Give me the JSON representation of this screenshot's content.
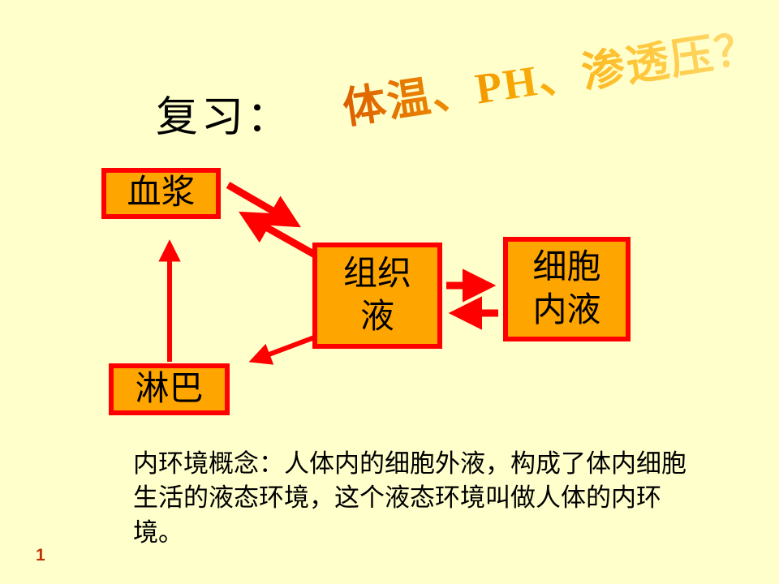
{
  "slide": {
    "title": "复习：",
    "decor_title": "体温、PH、渗透压？",
    "concept_text": "内环境概念：人体内的细胞外液，构成了体内细胞生活的液态环境，这个液态环境叫做人体的内环境。",
    "page_number": "1"
  },
  "diagram": {
    "nodes": [
      {
        "id": "plasma",
        "label": "血浆"
      },
      {
        "id": "tissue-fluid",
        "label": "组织\n液"
      },
      {
        "id": "intracellular-fluid",
        "label": "细胞\n内液"
      },
      {
        "id": "lymph",
        "label": "淋巴"
      }
    ],
    "edges": [
      {
        "from": "血浆",
        "to": "组织液"
      },
      {
        "from": "组织液",
        "to": "血浆"
      },
      {
        "from": "组织液",
        "to": "细胞内液"
      },
      {
        "from": "细胞内液",
        "to": "组织液"
      },
      {
        "from": "组织液",
        "to": "淋巴"
      },
      {
        "from": "淋巴",
        "to": "血浆"
      }
    ]
  },
  "colors": {
    "background": "#FFFFCC",
    "box_fill": "#FFA500",
    "box_border": "#FF0000",
    "arrow": "#FF0000",
    "text": "#000000",
    "page_number": "#C03000",
    "decor_start": "#DC5F00",
    "decor_end": "#FFDD7A"
  }
}
